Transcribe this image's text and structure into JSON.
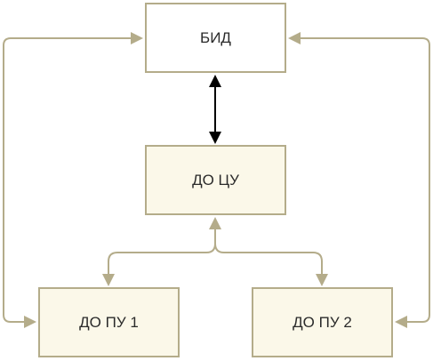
{
  "diagram": {
    "nodes": {
      "bid": "БИД",
      "do_cu": "ДО ЦУ",
      "do_pu1": "ДО ПУ 1",
      "do_pu2": "ДО ПУ 2"
    },
    "edges": [
      {
        "from": "БИД",
        "to": "ДО ЦУ",
        "direction": "both",
        "color": "#000000"
      },
      {
        "from": "ДО ЦУ",
        "to": "ДО ПУ 1",
        "direction": "both",
        "color": "#b4ac8a"
      },
      {
        "from": "ДО ЦУ",
        "to": "ДО ПУ 2",
        "direction": "both",
        "color": "#b4ac8a"
      },
      {
        "from": "ДО ПУ 1",
        "to": "БИД",
        "direction": "both",
        "color": "#b4ac8a"
      },
      {
        "from": "ДО ПУ 2",
        "to": "БИД",
        "direction": "both",
        "color": "#b4ac8a"
      }
    ],
    "colors": {
      "border": "#b4ac8a",
      "node_fill": "#fbf8e9",
      "top_node_fill": "#ffffff",
      "connector_dark": "#000000"
    }
  }
}
